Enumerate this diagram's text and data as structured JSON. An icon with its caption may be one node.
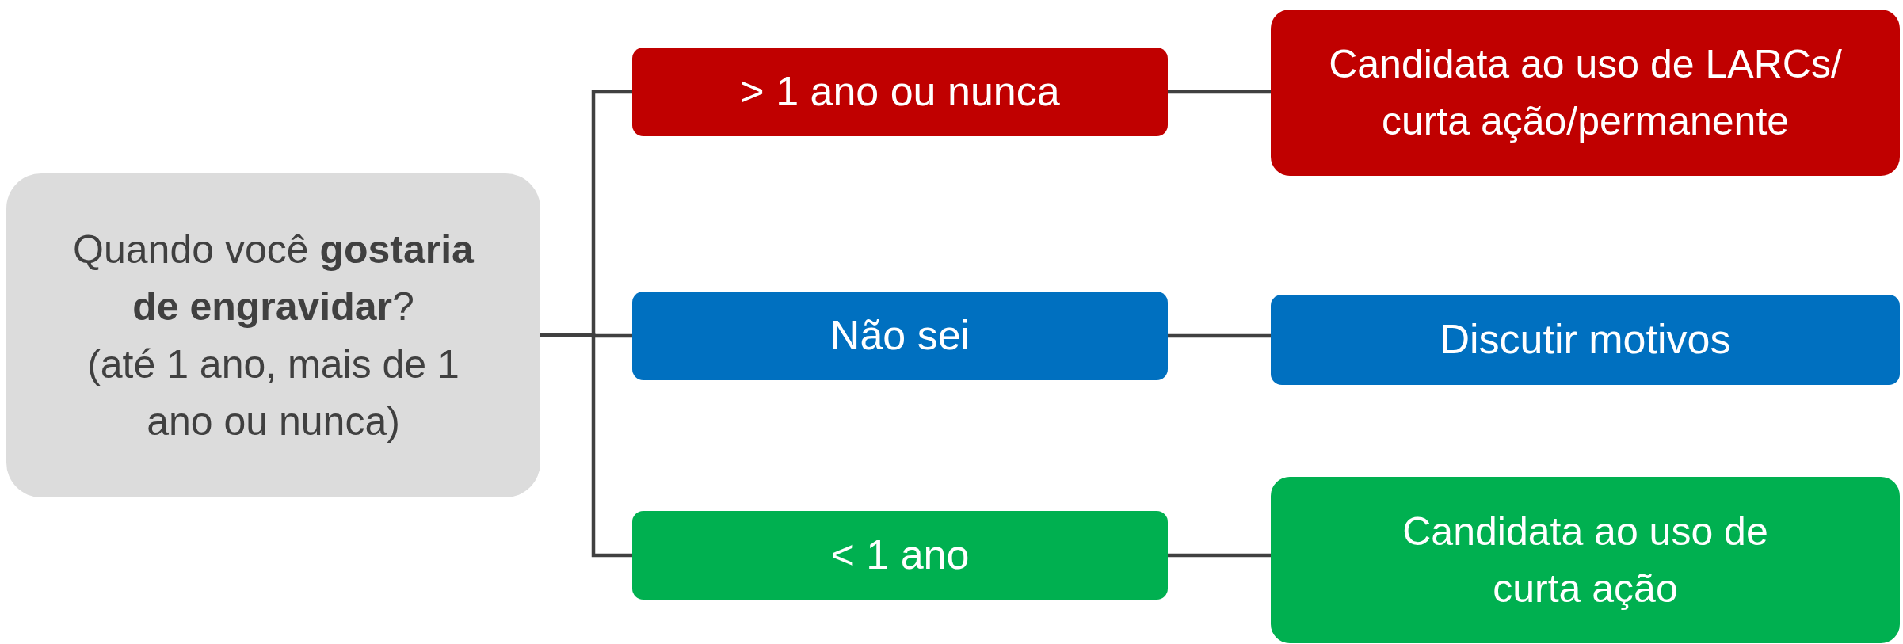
{
  "diagram": {
    "nodes": [
      {
        "text": [
          "Quando você **gostaria de engravidar**?",
          "(até 1 ano, mais de 1 ano ou nunca)"
        ]
      },
      {
        "text": [
          "> 1 ano ou nunca"
        ]
      },
      {
        "text": [
          "Não sei"
        ]
      },
      {
        "text": [
          "< 1 ano"
        ]
      },
      {
        "text": [
          "Candidata ao uso de LARCs/ curta ação/permanente"
        ]
      },
      {
        "text": [
          "Discutir motivos"
        ]
      },
      {
        "text": [
          "Candidata ao uso de curta ação"
        ]
      }
    ],
    "edges": [
      {
        "from": 0,
        "to": 1,
        "arrow": "none"
      },
      {
        "from": 0,
        "to": 2,
        "arrow": "none"
      },
      {
        "from": 0,
        "to": 3,
        "arrow": "none"
      },
      {
        "from": 1,
        "to": 4,
        "arrow": "none"
      },
      {
        "from": 2,
        "to": 5,
        "arrow": "none"
      },
      {
        "from": 3,
        "to": 6,
        "arrow": "none"
      }
    ]
  }
}
